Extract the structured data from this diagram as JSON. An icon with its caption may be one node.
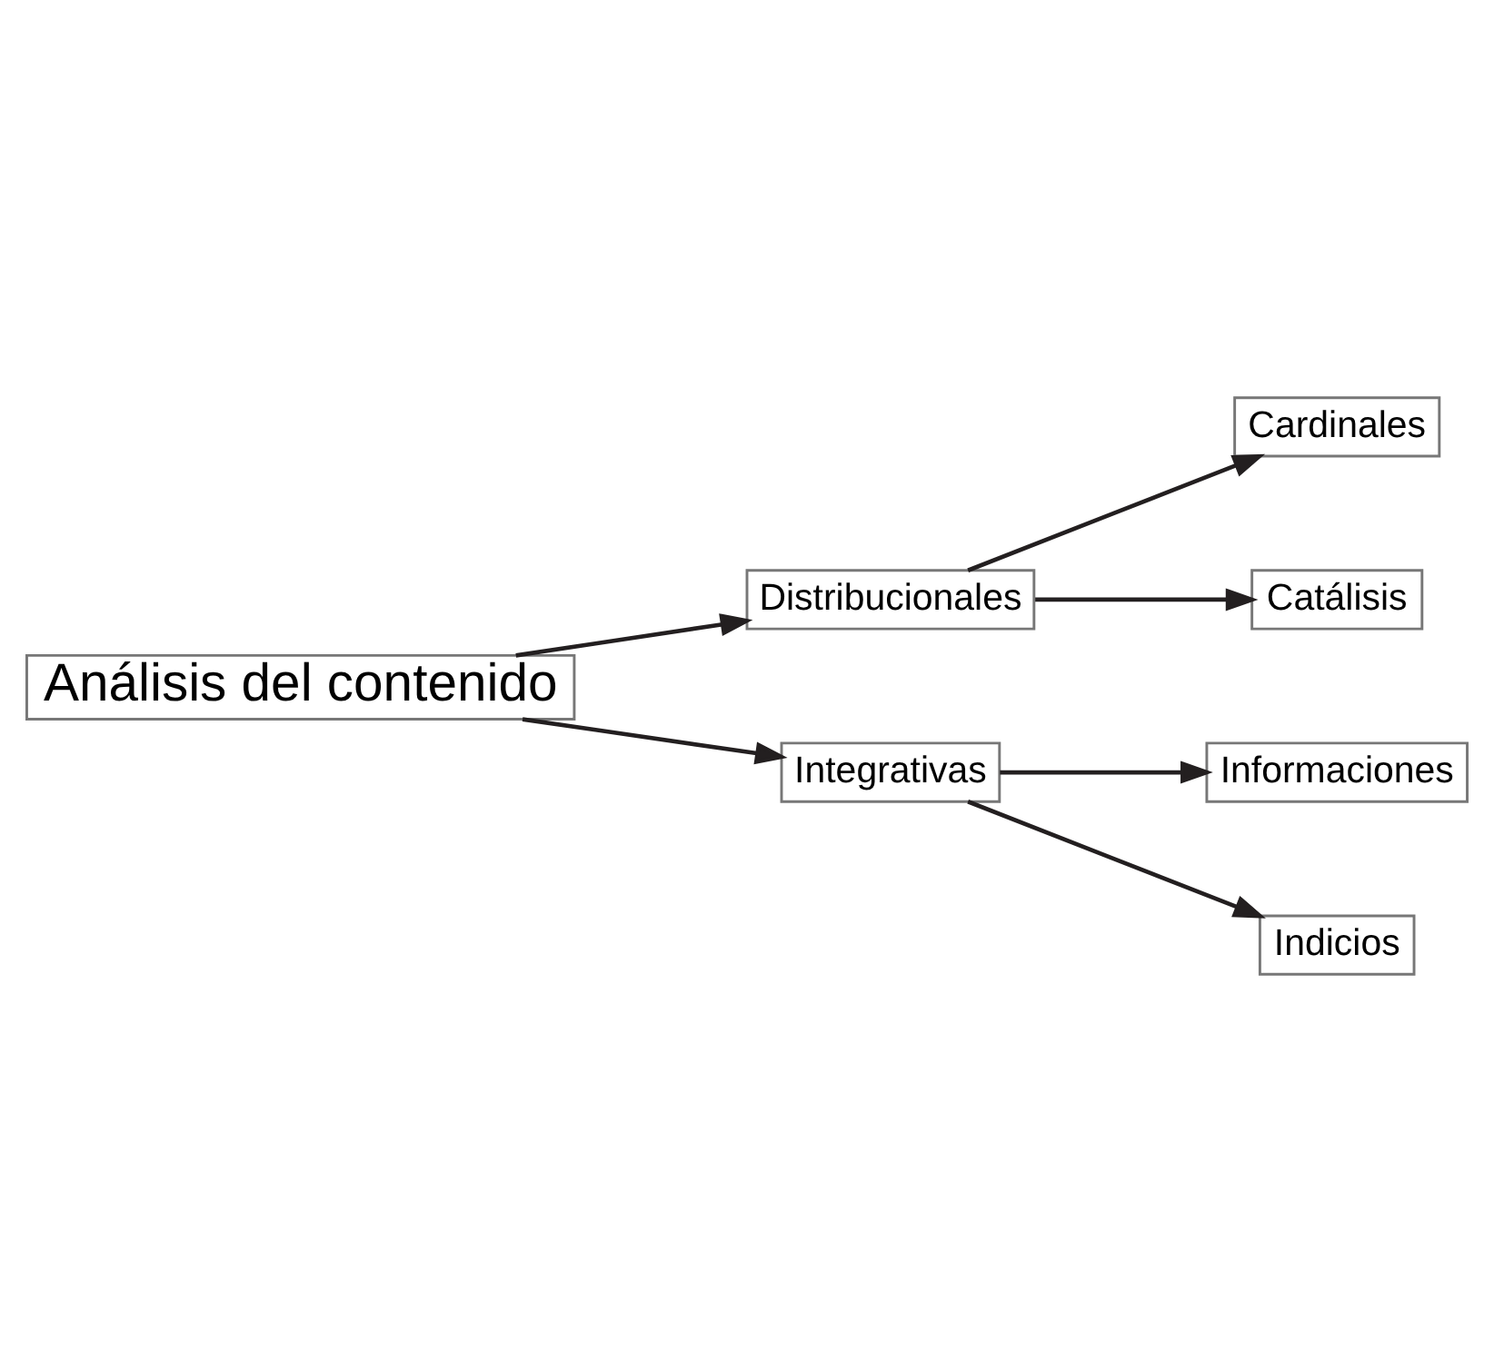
{
  "diagram": {
    "nodes": [
      {
        "text": [
          "Análisis del contenido"
        ]
      },
      {
        "text": [
          "Distribucionales"
        ]
      },
      {
        "text": [
          "Cardinales"
        ]
      },
      {
        "text": [
          "Catálisis"
        ]
      },
      {
        "text": [
          "Integrativas"
        ]
      },
      {
        "text": [
          "Informaciones"
        ]
      },
      {
        "text": [
          "Indicios"
        ]
      }
    ],
    "edges": [
      {
        "from": 0,
        "to": 1,
        "arrow": "to"
      },
      {
        "from": 1,
        "to": 2,
        "arrow": "to"
      },
      {
        "from": 1,
        "to": 3,
        "arrow": "to"
      },
      {
        "from": 0,
        "to": 4,
        "arrow": "to"
      },
      {
        "from": 4,
        "to": 5,
        "arrow": "to"
      },
      {
        "from": 4,
        "to": 6,
        "arrow": "to"
      }
    ]
  }
}
